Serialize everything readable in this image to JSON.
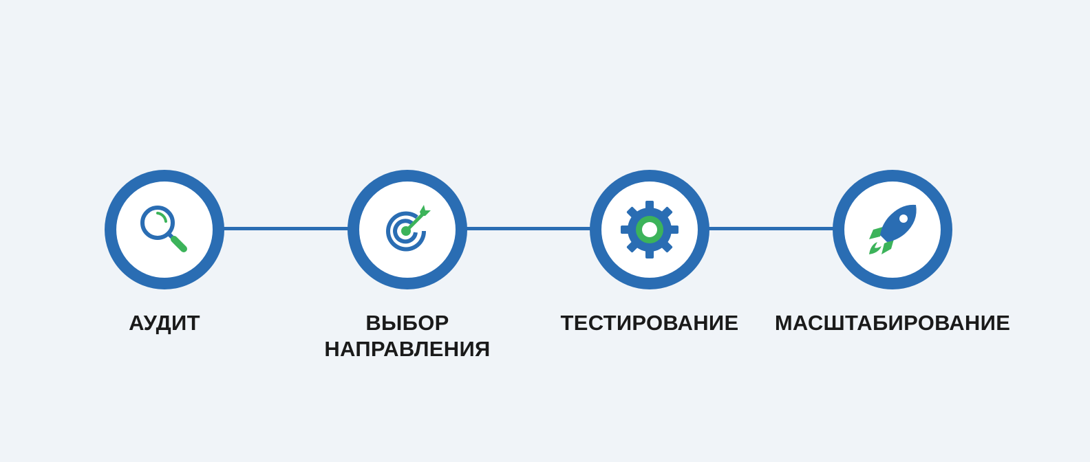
{
  "diagram": {
    "type": "process-timeline",
    "colors": {
      "background": "#f0f4f8",
      "primary_blue": "#2a6db3",
      "accent_green": "#3cb35a",
      "circle_fill": "#ffffff",
      "label_text": "#1a1a1a"
    },
    "steps": [
      {
        "label_lines": [
          "АУДИТ"
        ],
        "icon": "magnifying-glass-icon"
      },
      {
        "label_lines": [
          "ВЫБОР",
          "НАПРАВЛЕНИЯ"
        ],
        "icon": "target-with-arrow-icon"
      },
      {
        "label_lines": [
          "ТЕСТИРОВАНИЕ"
        ],
        "icon": "gear-icon"
      },
      {
        "label_lines": [
          "МАСШТАБИРОВАНИЕ"
        ],
        "icon": "rocket-icon"
      }
    ]
  }
}
